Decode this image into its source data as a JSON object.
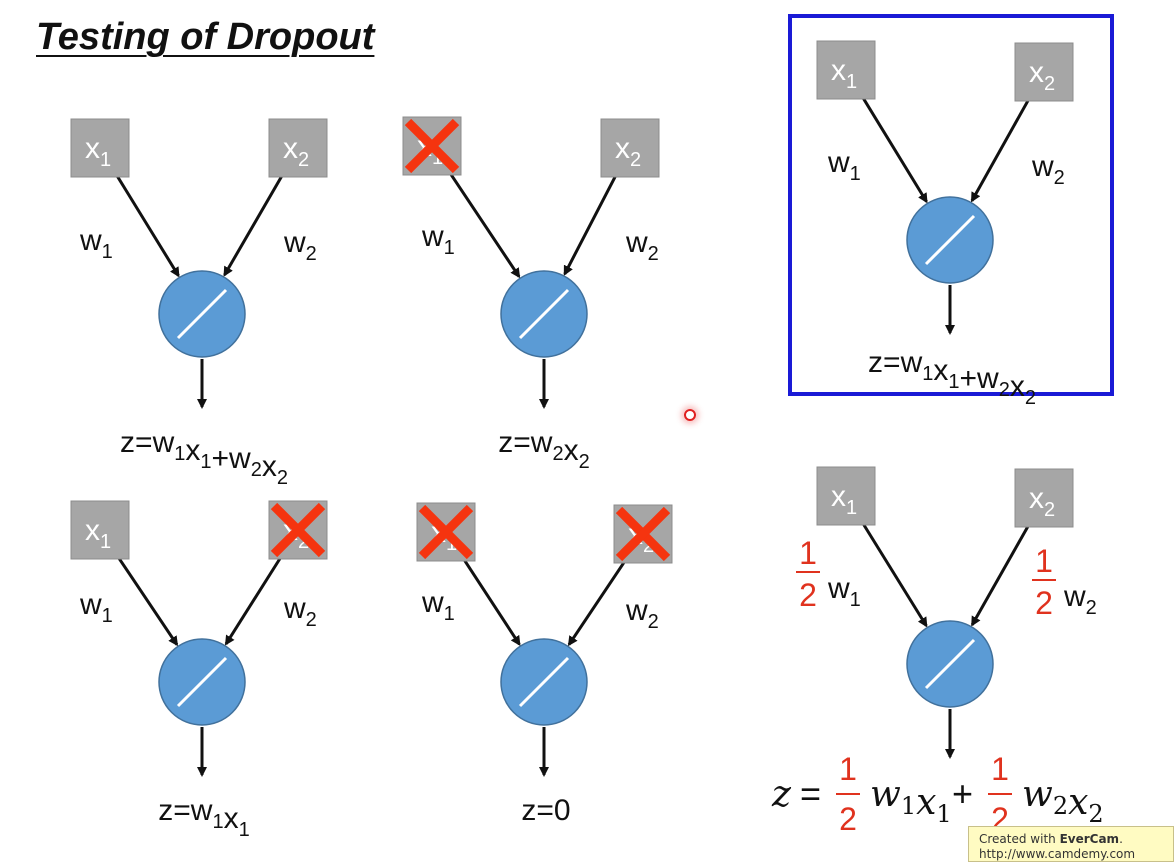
{
  "title": "Testing of Dropout",
  "colors": {
    "node_box": "#a6a6a6",
    "neuron": "#5b9bd5",
    "neuron_stroke": "#41719c",
    "cross": "#f5340f",
    "frame": "#1a1ad6",
    "fraction": "#e0321e"
  },
  "inputs": {
    "x1": "x",
    "x2": "x",
    "sub1": "1",
    "sub2": "2"
  },
  "weights": {
    "w1": "w",
    "w2": "w",
    "sub1": "1",
    "sub2": "2"
  },
  "half": {
    "num": "1",
    "den": "2"
  },
  "diagrams": [
    {
      "id": "full",
      "dropped": [],
      "output": "z=w1x1+w2x2"
    },
    {
      "id": "drop-x1",
      "dropped": [
        "x1"
      ],
      "output": "z=w2x2"
    },
    {
      "id": "drop-x2",
      "dropped": [
        "x2"
      ],
      "output": "z=w1x1"
    },
    {
      "id": "drop-both",
      "dropped": [
        "x1",
        "x2"
      ],
      "output": "z=0"
    },
    {
      "id": "framed",
      "dropped": [],
      "output": "z=w1x1+w2x2",
      "framed": true
    },
    {
      "id": "halved",
      "dropped": [],
      "output": "z = 1/2 w1x1 + 1/2 w2x2",
      "halved": true
    }
  ],
  "watermark": {
    "line1_prefix": "Created with ",
    "brand": "EverCam",
    "line1_suffix": ".",
    "line2": "http://www.camdemy.com"
  }
}
